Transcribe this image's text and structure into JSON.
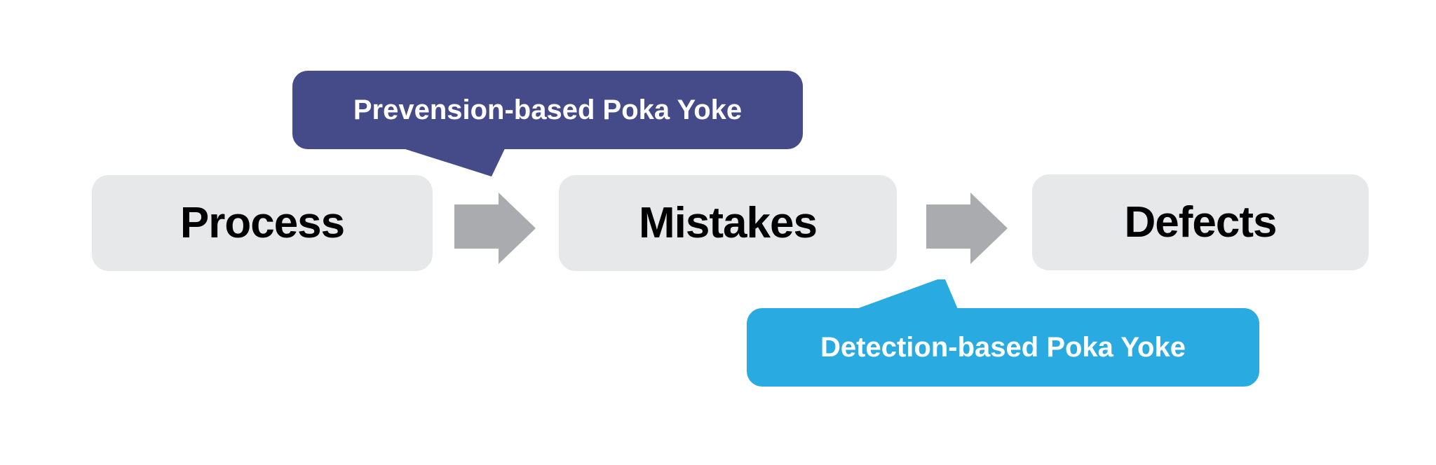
{
  "diagram": {
    "flow_boxes": [
      {
        "label": "Process"
      },
      {
        "label": "Mistakes"
      },
      {
        "label": "Defects"
      }
    ],
    "callouts": [
      {
        "label": "Prevension-based Poka Yoke",
        "color": "#454B88"
      },
      {
        "label": "Detection-based Poka Yoke",
        "color": "#29ABE2"
      }
    ],
    "colors": {
      "background": "#FFFFFF",
      "box_fill": "#E7E8EA",
      "box_text": "#000000",
      "arrow_fill": "#A9ABAE",
      "prevention_bubble": "#454B88",
      "detection_bubble": "#29ABE2",
      "bubble_text": "#FFFFFF"
    }
  }
}
